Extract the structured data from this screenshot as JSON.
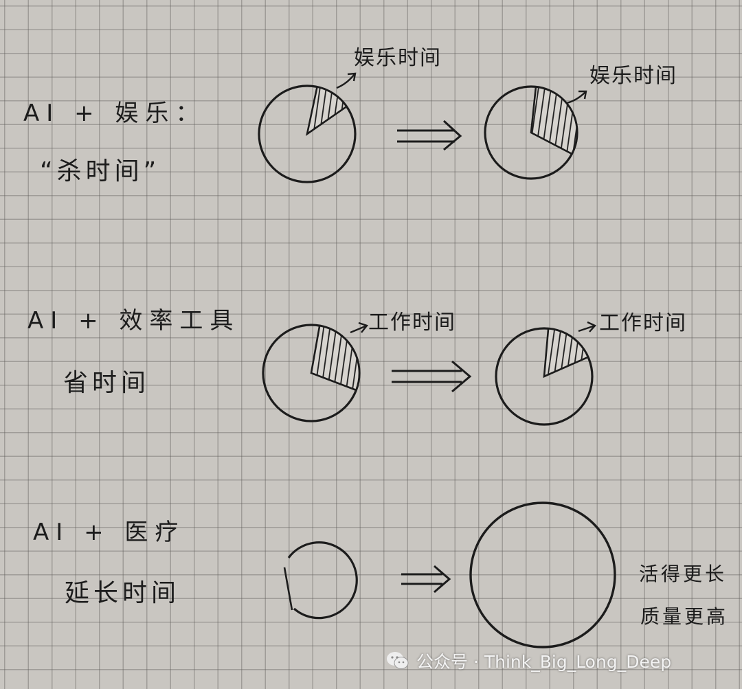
{
  "rows": [
    {
      "title": "AI + 娱乐：",
      "subtitle": "“杀时间”",
      "before_label": "娱乐时间",
      "after_label": "娱乐时间",
      "before_share": 0.12,
      "after_share": 0.31
    },
    {
      "title": "AI + 效率工具",
      "subtitle": "省时间",
      "before_label": "工作时间",
      "after_label": "工作时间",
      "before_share": 0.28,
      "after_share": 0.17
    },
    {
      "title": "AI + 医疗",
      "subtitle": "延长时间",
      "note_line1": "活得更长",
      "note_line2": "质量更高"
    }
  ],
  "watermark": {
    "text": "公众号 · Think_Big_Long_Deep",
    "icon": "wechat-icon"
  }
}
